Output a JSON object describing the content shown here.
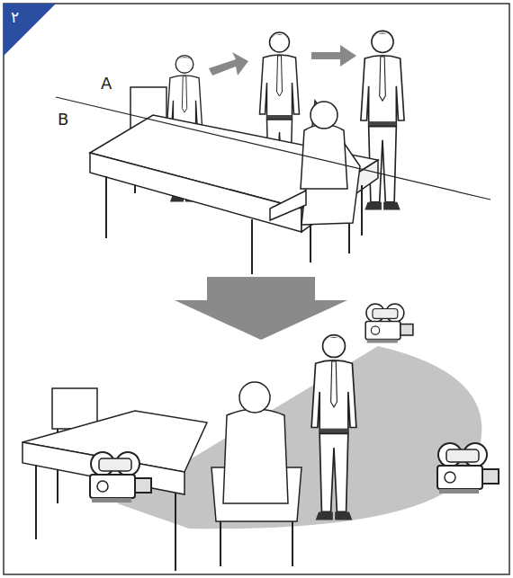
{
  "diagram": {
    "labels": [
      "۲",
      "A",
      "B"
    ]
  }
}
